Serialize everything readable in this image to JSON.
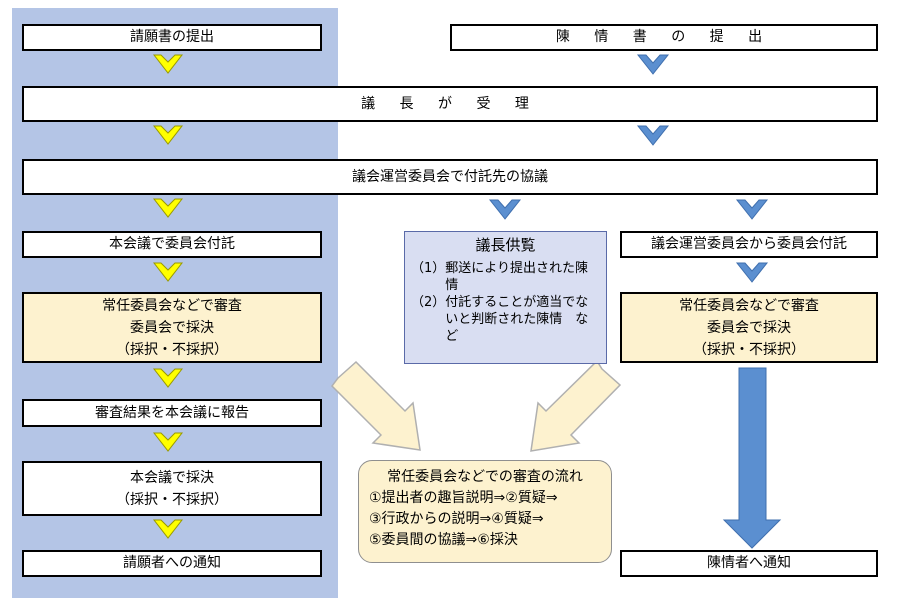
{
  "left": {
    "petition_submit": "請願書の提出",
    "refer_committee": "本会議で委員会付託",
    "review": [
      "常任委員会などで審査",
      "委員会で採決",
      "（採択・不採択）"
    ],
    "report": "審査結果を本会議に報告",
    "plenary_vote": [
      "本会議で採決",
      "（採択・不採択）"
    ],
    "notify": "請願者への通知"
  },
  "top": {
    "chinjo_submit": "陳 情 書 の 提 出",
    "chair_accept": "議 長 が 受 理",
    "steering": "議会運営委員会で付託先の協議"
  },
  "middle": {
    "title": "議長供覧",
    "items": [
      {
        "num": "（1）",
        "text": "郵送により提出された陳情"
      },
      {
        "num": "（2）",
        "text": "付託することが適当でないと判断された陳情　など"
      }
    ]
  },
  "right": {
    "refer": "議会運営委員会から委員会付託",
    "review": [
      "常任委員会などで審査",
      "委員会で採決",
      "（採択・不採択）"
    ],
    "notify": "陳情者へ通知"
  },
  "flow": {
    "title": "常任委員会などでの審査の流れ",
    "lines": [
      "①提出者の趣旨説明⇒②質疑⇒",
      "③行政からの説明⇒④質疑⇒",
      "⑤委員間の協議⇒⑥採決"
    ]
  },
  "colors": {
    "left_panel": "#b4c5e6",
    "yellow_arrow": "#ffff00",
    "blue_arrow": "#5b8fd0",
    "review_fill": "#fdf2cf",
    "chair_view_fill": "#d9def2"
  }
}
